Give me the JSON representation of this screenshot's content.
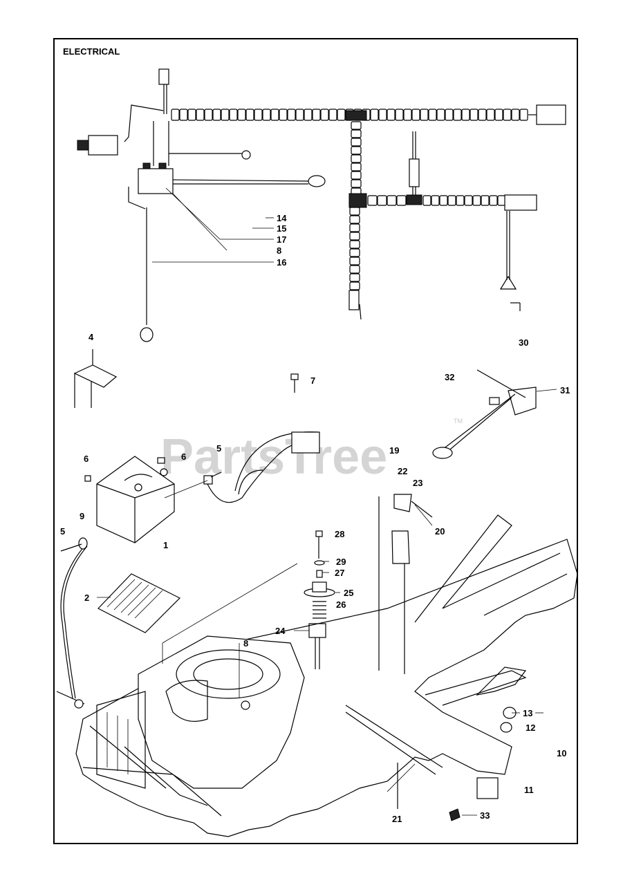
{
  "section_title": "ELECTRICAL",
  "watermark": "PartsTree",
  "trademark": "TM",
  "callouts": [
    {
      "id": "c14",
      "text": "14"
    },
    {
      "id": "c15",
      "text": "15"
    },
    {
      "id": "c17",
      "text": "17"
    },
    {
      "id": "c8a",
      "text": "8"
    },
    {
      "id": "c16",
      "text": "16"
    },
    {
      "id": "c4",
      "text": "4"
    },
    {
      "id": "c30",
      "text": "30"
    },
    {
      "id": "c7",
      "text": "7"
    },
    {
      "id": "c32",
      "text": "32"
    },
    {
      "id": "c31",
      "text": "31"
    },
    {
      "id": "c5a",
      "text": "5"
    },
    {
      "id": "c6a",
      "text": "6"
    },
    {
      "id": "c6b",
      "text": "6"
    },
    {
      "id": "c19",
      "text": "19"
    },
    {
      "id": "c22",
      "text": "22"
    },
    {
      "id": "c23",
      "text": "23"
    },
    {
      "id": "c9",
      "text": "9"
    },
    {
      "id": "c5b",
      "text": "5"
    },
    {
      "id": "c1",
      "text": "1"
    },
    {
      "id": "c28",
      "text": "28"
    },
    {
      "id": "c20",
      "text": "20"
    },
    {
      "id": "c29",
      "text": "29"
    },
    {
      "id": "c27",
      "text": "27"
    },
    {
      "id": "c2",
      "text": "2"
    },
    {
      "id": "c25",
      "text": "25"
    },
    {
      "id": "c26",
      "text": "26"
    },
    {
      "id": "c24",
      "text": "24"
    },
    {
      "id": "c8b",
      "text": "8"
    },
    {
      "id": "c13",
      "text": "13"
    },
    {
      "id": "c12",
      "text": "12"
    },
    {
      "id": "c10",
      "text": "10"
    },
    {
      "id": "c11",
      "text": "11"
    },
    {
      "id": "c21",
      "text": "21"
    },
    {
      "id": "c33",
      "text": "33"
    }
  ]
}
